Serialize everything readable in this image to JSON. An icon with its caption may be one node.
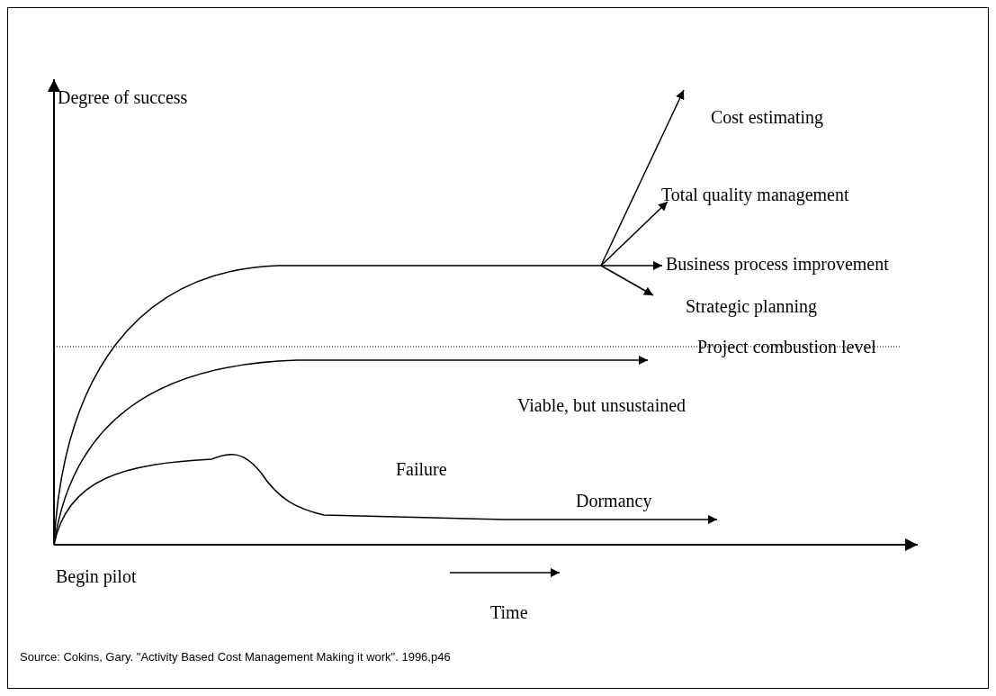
{
  "diagram": {
    "caption": "Source: Cokins, Gary. \"Activity Based Cost Management Making it work\". 1996,p46",
    "labels": [
      "Degree of success",
      "Cost estimating",
      "Total quality management",
      "Business process improvement",
      "Strategic planning",
      "Project combustion level",
      "Viable, but unsustained",
      "Failure",
      "Dormancy",
      "Begin pilot",
      "Time"
    ]
  }
}
